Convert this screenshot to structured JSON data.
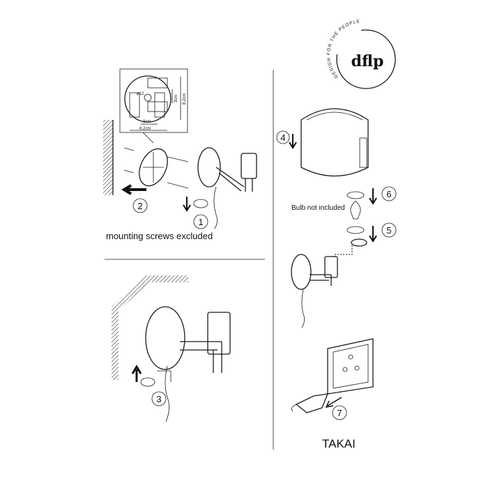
{
  "logo": {
    "mark": "dflp",
    "tagline": "DESIGN FOR THE PEOPLE"
  },
  "product_name": "TAKAI",
  "dimensions": {
    "hole": "ø12",
    "inner_vertical": "3cm",
    "outer_vertical": "8.2cm",
    "inner_horizontal": "3cm",
    "outer_horizontal": "8.2cm"
  },
  "notes": {
    "screws": "mounting screws excluded",
    "bulb": "Bulb not included"
  },
  "steps": [
    "1",
    "2",
    "3",
    "4",
    "5",
    "6",
    "7"
  ]
}
